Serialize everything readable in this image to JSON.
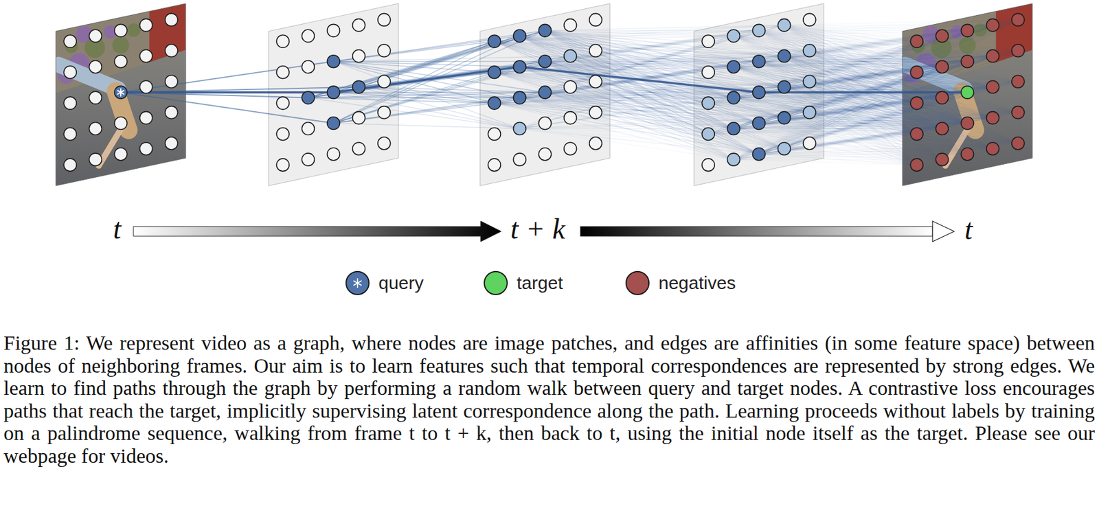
{
  "diagram": {
    "caption": "Figure 1: We represent video as a graph, where nodes are image patches, and edges are affinities (in some feature space) between nodes of neighboring frames. Our aim is to learn features such that temporal correspondences are represented by strong edges. We learn to find paths through the graph by performing a random walk between query and target nodes. A contrastive loss encourages paths that reach the target, implicitly supervising latent correspondence along the path. Learning proceeds without labels by training on a palindrome sequence, walking from frame t to t + k, then back to t, using the initial node itself as the target. Please see our webpage for videos.",
    "labels": [
      "t",
      "t + k",
      "t"
    ],
    "legend": [
      {
        "text": "query",
        "color": "#4f73a8"
      },
      {
        "text": "target",
        "color": "#5fd35f"
      },
      {
        "text": "negatives",
        "color": "#a4504f"
      }
    ]
  }
}
